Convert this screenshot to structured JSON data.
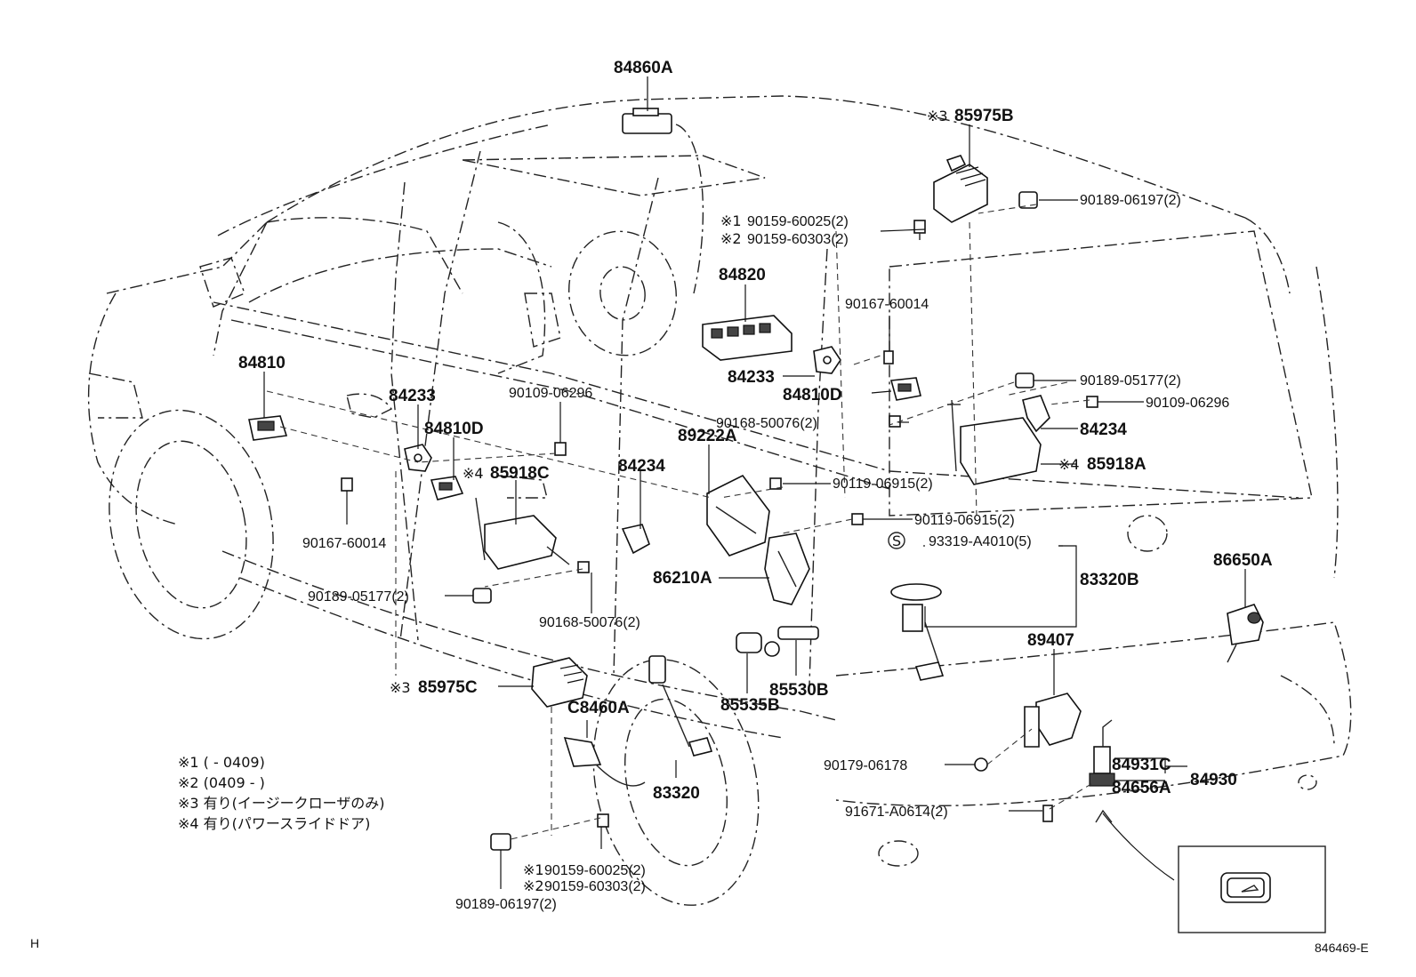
{
  "labels": {
    "p84860A": "84860A",
    "p85975B": "85975B",
    "p90189_06197_top": "90189-06197(2)",
    "p90159_60025_top": "90159-60025(2)",
    "p90159_60303_top": "90159-60303(2)",
    "p84820": "84820",
    "p90167_60014_r": "90167-60014",
    "p84233_r": "84233",
    "p84810D_r": "84810D",
    "p90189_05177_r": "90189-05177(2)",
    "p90109_06296_r": "90109-06296",
    "p90168_50076_r": "90168-50076(2)",
    "p84234_r": "84234",
    "p85918A": "85918A",
    "p84810": "84810",
    "p84233_l": "84233",
    "p90109_06296_l": "90109-06296",
    "p84810D_l": "84810D",
    "p89222A": "89222A",
    "p85918C": "85918C",
    "p84234_l": "84234",
    "p90119_06915_a": "90119-06915(2)",
    "p90119_06915_b": "90119-06915(2)",
    "p90167_60014_l": "90167-60014",
    "p93319_A4010": "93319-A4010(5)",
    "p86210A": "86210A",
    "p83320B": "83320B",
    "p86650A": "86650A",
    "p90189_05177_l": "90189-05177(2)",
    "p90168_50076_l": "90168-50076(2)",
    "p89407": "89407",
    "p85530B": "85530B",
    "p85975C": "85975C",
    "p85535B": "85535B",
    "pC8460A": "C8460A",
    "p90179_06178": "90179-06178",
    "p84931C": "84931C",
    "p84930": "84930",
    "p84656A": "84656A",
    "p83320": "83320",
    "p91671_A0614": "91671-A0614(2)",
    "p90159_60025_bot": "90159-60025(2)",
    "p90159_60303_bot": "90159-60303(2)",
    "p90189_06197_bot": "90189-06197(2)"
  },
  "markers": {
    "m1": "※1",
    "m2": "※2",
    "m3": "※3",
    "m4": "※4",
    "s": "S"
  },
  "notes": [
    "※1 (        - 0409)",
    "※2 (0409  -        )",
    "※3 有り(イージークローザのみ)",
    "※4 有り(パワースライドドア)"
  ],
  "corner_left": "H",
  "figure_id": "846469-E"
}
